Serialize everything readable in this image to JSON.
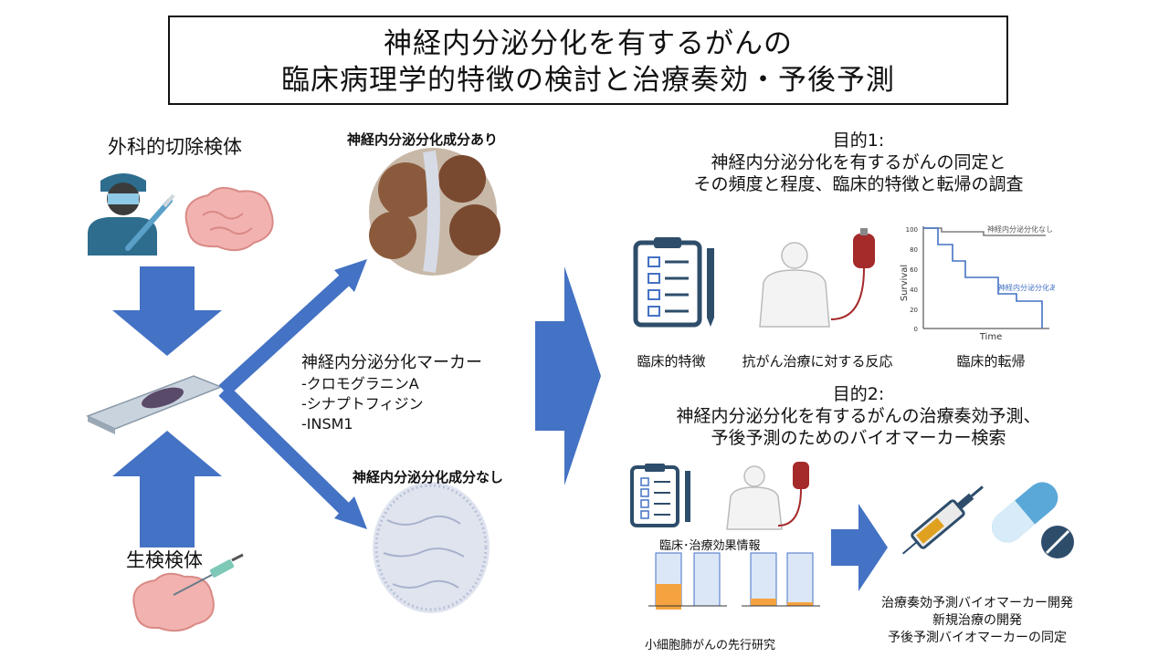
{
  "title": {
    "line1": "神経内分泌分化を有するがんの",
    "line2": "臨床病理学的特徴の検討と治療奏効・予後予測"
  },
  "left": {
    "surgical_label": "外科的切除検体",
    "biopsy_label": "生検検体"
  },
  "middle": {
    "positive_label": "神経内分泌分化成分あり",
    "negative_label": "神経内分泌分化成分なし",
    "marker_heading": "神経内分泌分化マーカー",
    "markers": [
      "-クロモグラニンA",
      "-シナプトフィジン",
      "-INSM1"
    ]
  },
  "goal1": {
    "heading": "目的1:",
    "line1": "神経内分泌分化を有するがんの同定と",
    "line2": "その頻度と程度、臨床的特徴と転帰の調査",
    "captions": [
      "臨床的特徴",
      "抗がん治療に対する反応",
      "臨床的転帰"
    ]
  },
  "survival_chart": {
    "ylabel": "Survival",
    "xlabel": "Time",
    "yticks": [
      "100",
      "80",
      "60",
      "40",
      "20",
      "0"
    ],
    "series_labels": [
      "神経内分泌分化なし",
      "神経内分泌分化あり"
    ]
  },
  "goal2": {
    "heading": "目的2:",
    "line1": "神経内分泌分化を有するがんの治療奏効予測、",
    "line2": "予後予測のためのバイオマーカー検索",
    "clinical_info_label": "臨床･治療効果情報",
    "prior_research_label": "小細胞肺がんの先行研究"
  },
  "outcomes": {
    "line1": "治療奏効予測バイオマーカー開発",
    "line2": "新規治療の開発",
    "line3": "予後予測バイオマーカーの同定"
  },
  "colors": {
    "arrow_blue": "#4472c4",
    "tissue_pink": "#f2b3b0",
    "ihc_brown": "#8b5a3c",
    "chart_line": "#4472c4"
  }
}
